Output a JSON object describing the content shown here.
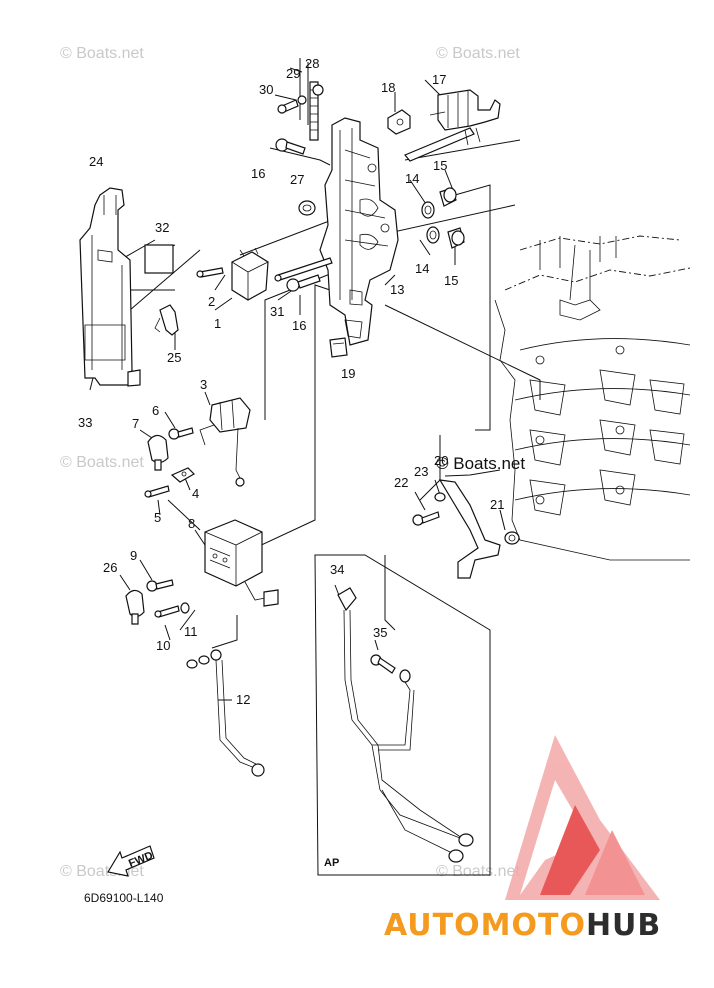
{
  "watermarks": {
    "top_left": "© Boats.net",
    "top_right": "© Boats.net",
    "mid_left": "© Boats.net",
    "mid_center": "© Boats.net",
    "bottom_left": "© Boats.net",
    "bottom_right": "© Boats.net"
  },
  "diagram_code": "6D69100-L140",
  "fwd_label": "FWD",
  "ap_label": "AP",
  "brand": {
    "part1": "AUTOMOTO",
    "part2": "HUB",
    "color1": "#f39a1f",
    "color2": "#2d2d2d",
    "logo_color": "#e63b3b"
  },
  "callouts": {
    "c1": "1",
    "c2": "2",
    "c3": "3",
    "c4": "4",
    "c5": "5",
    "c6": "6",
    "c7": "7",
    "c8": "8",
    "c9": "9",
    "c10": "10",
    "c11": "11",
    "c12": "12",
    "c13": "13",
    "c14a": "14",
    "c14b": "14",
    "c15a": "15",
    "c15b": "15",
    "c16a": "16",
    "c16b": "16",
    "c17": "17",
    "c18": "18",
    "c19": "19",
    "c20": "20",
    "c21": "21",
    "c22": "22",
    "c23": "23",
    "c24": "24",
    "c25": "25",
    "c26": "26",
    "c27": "27",
    "c28": "28",
    "c29": "29",
    "c30": "30",
    "c31": "31",
    "c32": "32",
    "c33": "33",
    "c34": "34",
    "c35": "35"
  }
}
